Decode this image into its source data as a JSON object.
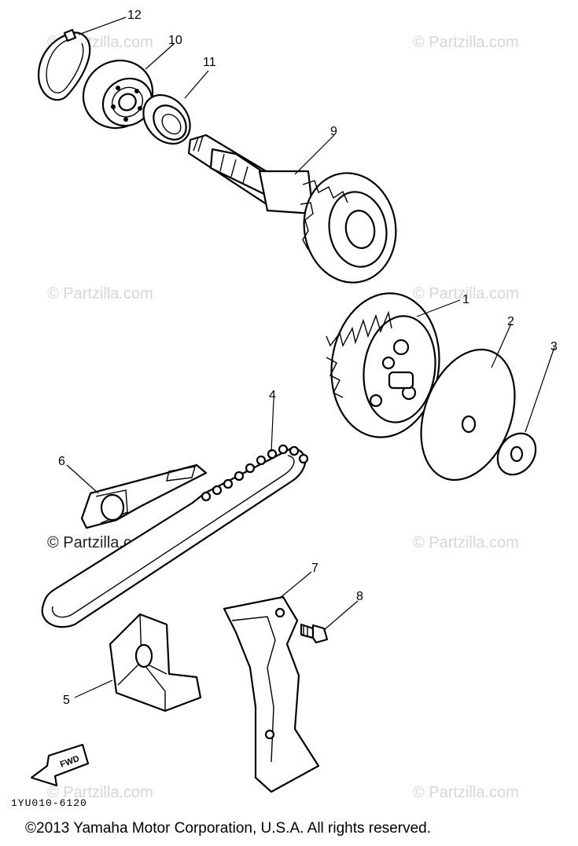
{
  "watermarks": [
    "© Partzilla.com",
    "© Partzilla.com",
    "© Partzilla.com",
    "© Partzilla.com",
    "© Partzilla.com",
    "© Partzilla.com",
    "© Partzilla.com",
    "© Partzilla.com"
  ],
  "callouts": [
    "12",
    "10",
    "11",
    "9",
    "1",
    "2",
    "3",
    "4",
    "6",
    "7",
    "8",
    "5"
  ],
  "fwd_label": "FWD",
  "diagram_code": "1YU010-6120",
  "copyright": "©2013 Yamaha Motor Corporation, U.S.A. All rights reserved."
}
